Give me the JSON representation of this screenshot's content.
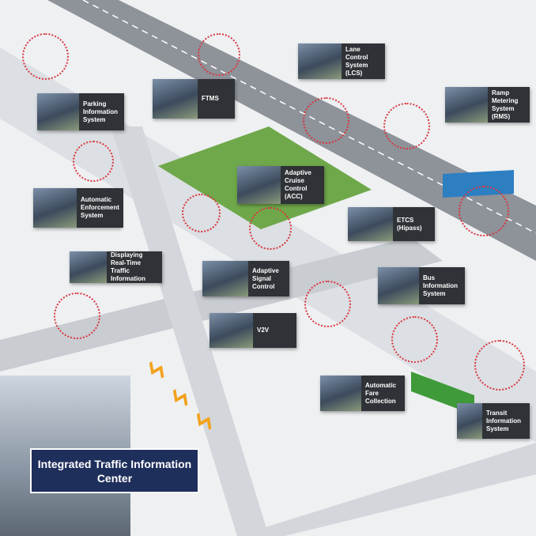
{
  "title": "Integrated Traffic Information Center",
  "labels": {
    "parking": "Parking Information System",
    "ftms": "FTMS",
    "lcs": "Lane Control System (LCS)",
    "rms": "Ramp Metering System (RMS)",
    "enforcement": "Automatic Enforcement System",
    "acc": "Adaptive Cruise Control (ACC)",
    "etcs": "ETCS (Hipass)",
    "realtime": "Displaying Real-Time Traffic Information",
    "signal": "Adaptive Signal Control",
    "bis": "Bus Information System",
    "v2v": "V2V",
    "fare": "Automatic Fare Collection",
    "transit": "Transit Information System"
  },
  "colors": {
    "highlight": "#d9363e",
    "title_bg": "#1f2f5c",
    "park": "#6fa84a",
    "road": "#8e9299"
  }
}
